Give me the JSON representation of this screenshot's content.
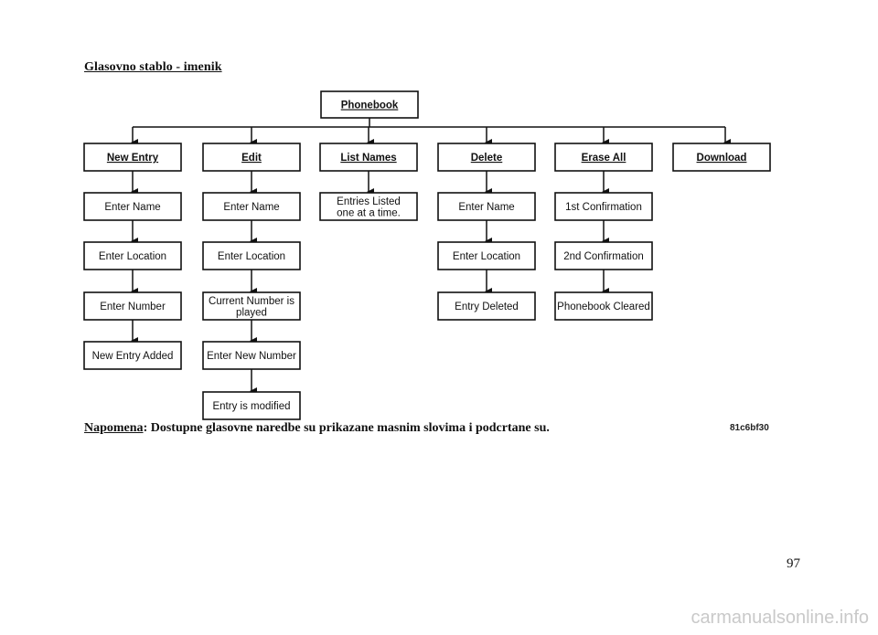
{
  "title": "Glasovno stablo - imenik",
  "diagram": {
    "root": "Phonebook",
    "branches": [
      {
        "command": "New Entry",
        "steps": [
          "Enter Name",
          "Enter Location",
          "Enter Number",
          "New Entry Added"
        ]
      },
      {
        "command": "Edit",
        "steps": [
          "Enter Name",
          "Enter Location",
          "Current Number is played",
          "Enter New Number",
          "Entry is modified"
        ]
      },
      {
        "command": "List Names",
        "steps": [
          "Entries Listed one at a time."
        ]
      },
      {
        "command": "Delete",
        "steps": [
          "Enter Name",
          "Enter Location",
          "Entry Deleted"
        ]
      },
      {
        "command": "Erase All",
        "steps": [
          "1st Confirmation",
          "2nd Confirmation",
          "Phonebook Cleared"
        ]
      },
      {
        "command": "Download",
        "steps": []
      }
    ]
  },
  "note": {
    "label": "Napomena",
    "text": ": Dostupne glasovne naredbe su prikazane masnim slovima i podcrtane su."
  },
  "figure_id": "81c6bf30",
  "page_number": "97",
  "watermark": "carmanualsonline.info"
}
